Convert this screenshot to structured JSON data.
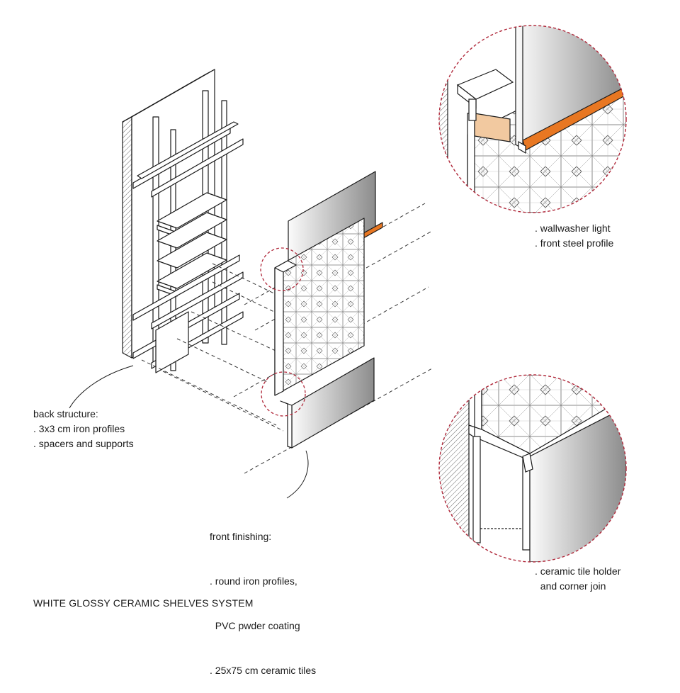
{
  "title": "WHITE GLOSSY CERAMIC SHELVES SYSTEM",
  "callouts": {
    "back_structure": [
      "back structure:",
      ". 3x3 cm iron profiles",
      ". spacers and supports"
    ],
    "front_finishing": [
      "front finishing:",
      ". round iron profiles,",
      "  PVC pwder coating",
      ". 25x75 cm ceramic tiles"
    ],
    "wallwasher": [
      ". wallwasher light",
      ". front steel profile"
    ],
    "tile_holder": [
      ". ceramic tile holder",
      "  and corner join"
    ]
  },
  "colors": {
    "line": "#1a1a1a",
    "accent_orange": "#e87722",
    "detail_dash": "#b0283a",
    "gradient_light": "#ffffff",
    "gradient_dark": "#8c8c8c",
    "cabinet_tint": "#f2c9a0"
  }
}
